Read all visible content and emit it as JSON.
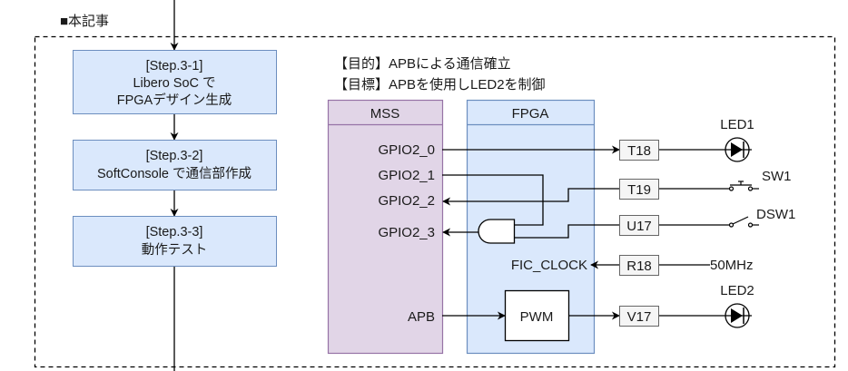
{
  "section_title": "■本記事",
  "colors": {
    "step_fill": "#dae8fc",
    "step_stroke": "#6c8ebf",
    "mss_fill": "#e1d5e7",
    "mss_stroke": "#9673a6",
    "fpga_fill": "#dae8fc",
    "fpga_stroke": "#6c8ebf",
    "pin_fill": "#f5f5f5",
    "pin_stroke": "#666666",
    "line": "#000000"
  },
  "steps": [
    {
      "lines": [
        "[Step.3-1]",
        "Libero SoC で",
        "FPGAデザイン生成"
      ]
    },
    {
      "lines": [
        "[Step.3-2]",
        "SoftConsole で通信部作成"
      ]
    },
    {
      "lines": [
        "[Step.3-3]",
        "動作テスト"
      ]
    }
  ],
  "purpose": "【目的】APBによる通信確立",
  "goal": "【目標】APBを使用しLED2を制御",
  "mss": {
    "title": "MSS",
    "signals": [
      "GPIO2_0",
      "GPIO2_1",
      "GPIO2_2",
      "GPIO2_3",
      "APB"
    ]
  },
  "fpga": {
    "title": "FPGA",
    "fic_clock": "FIC_CLOCK",
    "pwm": "PWM",
    "and_gate": "AND"
  },
  "pins": [
    "T18",
    "T19",
    "U17",
    "R18",
    "V17"
  ],
  "devices": {
    "led1": "LED1",
    "sw1": "SW1",
    "dsw1": "DSW1",
    "clock": "50MHz",
    "led2": "LED2"
  }
}
